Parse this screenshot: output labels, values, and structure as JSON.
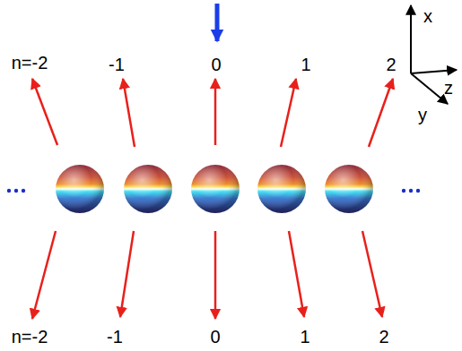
{
  "diagram": {
    "labels": [
      "n=-2",
      "-1",
      "0",
      "1",
      "2",
      "x",
      "z",
      "y",
      "n=-2",
      "-1",
      "0",
      "1",
      "2"
    ]
  }
}
